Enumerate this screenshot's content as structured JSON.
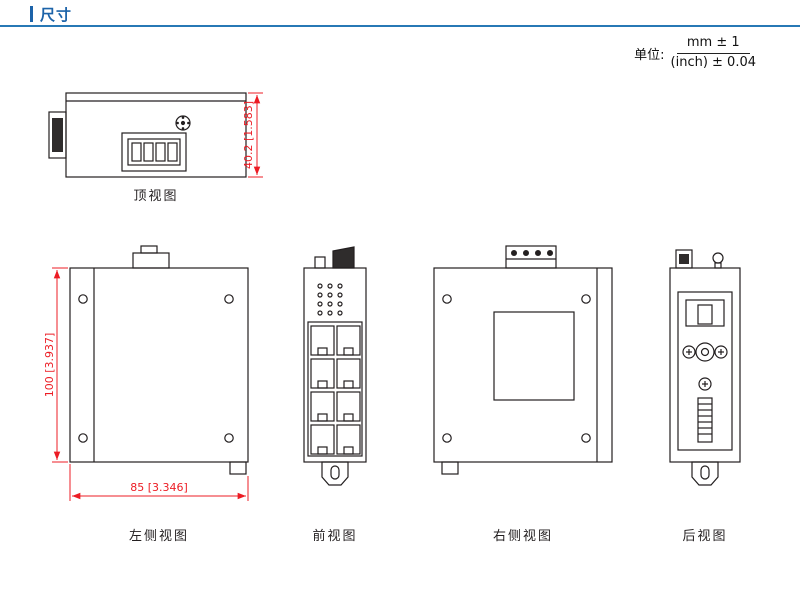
{
  "page": {
    "title": "尺寸"
  },
  "colors": {
    "accent_blue": "#1c63a9",
    "header_rule_blue": "#2778b5",
    "dimension_red": "#ec1c24",
    "line_black": "#231f20"
  },
  "unit": {
    "label": "单位:",
    "metric": "mm ± 1",
    "imperial": "(inch) ± 0.04"
  },
  "views": {
    "top": {
      "label": "顶视图",
      "dim_height": "40.2 [1.583]"
    },
    "left": {
      "label": "左侧视图",
      "dim_height": "100 [3.937]",
      "dim_width": "85 [3.346]"
    },
    "front": {
      "label": "前视图"
    },
    "right": {
      "label": "右侧视图"
    },
    "rear": {
      "label": "后视图"
    }
  }
}
